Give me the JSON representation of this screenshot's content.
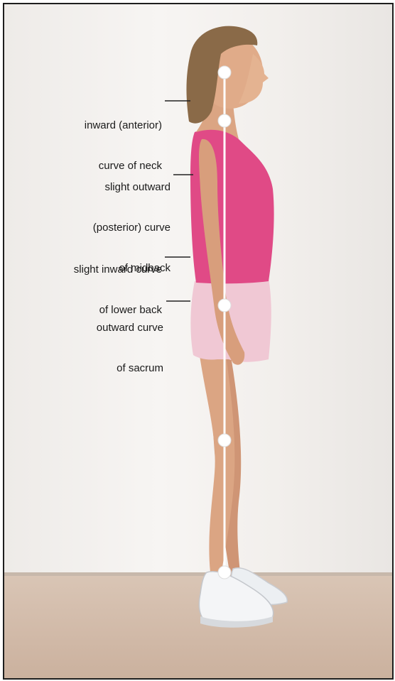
{
  "labels": [
    {
      "line1": "inward (anterior)",
      "line2": "curve of neck"
    },
    {
      "line1": "slight outward",
      "line2": "(posterior) curve",
      "line3": "of midback"
    },
    {
      "line1": "slight inward curve",
      "line2": "of lower back"
    },
    {
      "line1": "outward curve",
      "line2": "of sacrum"
    }
  ],
  "colors": {
    "top": "#e04a86",
    "shorts": "#f0c8d4",
    "skin": "#d9a07e",
    "hair": "#8a6a48",
    "plumb_line": "#ffffff",
    "shoes": "#f2f2f2"
  }
}
